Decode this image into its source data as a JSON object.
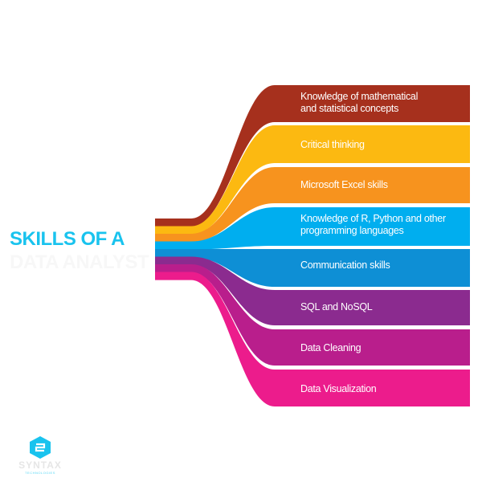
{
  "title": {
    "line1": "SKILLS OF A",
    "line2": "DATA ANALYST",
    "color_line1": "#19c3ee",
    "color_line2": "#f7f7f7"
  },
  "skills": [
    {
      "label": "Knowledge of mathematical\nand statistical concepts",
      "color": "#a6301d"
    },
    {
      "label": "Critical thinking",
      "color": "#fcb911"
    },
    {
      "label": "Microsoft Excel skills",
      "color": "#f7931e"
    },
    {
      "label": "Knowledge of R, Python and other\nprogramming languages",
      "color": "#00aeef"
    },
    {
      "label": "Communication skills",
      "color": "#0e8fd5"
    },
    {
      "label": "SQL and NoSQL",
      "color": "#8b2b8f"
    },
    {
      "label": "Data Cleaning",
      "color": "#b91e8c"
    },
    {
      "label": "Data Visualization",
      "color": "#ec1c8c"
    }
  ],
  "logo": {
    "name": "SYNTAX",
    "tagline": "TECHNOLOGIES",
    "icon": "syntax-hexagon-icon",
    "color": "#19c3ee"
  }
}
